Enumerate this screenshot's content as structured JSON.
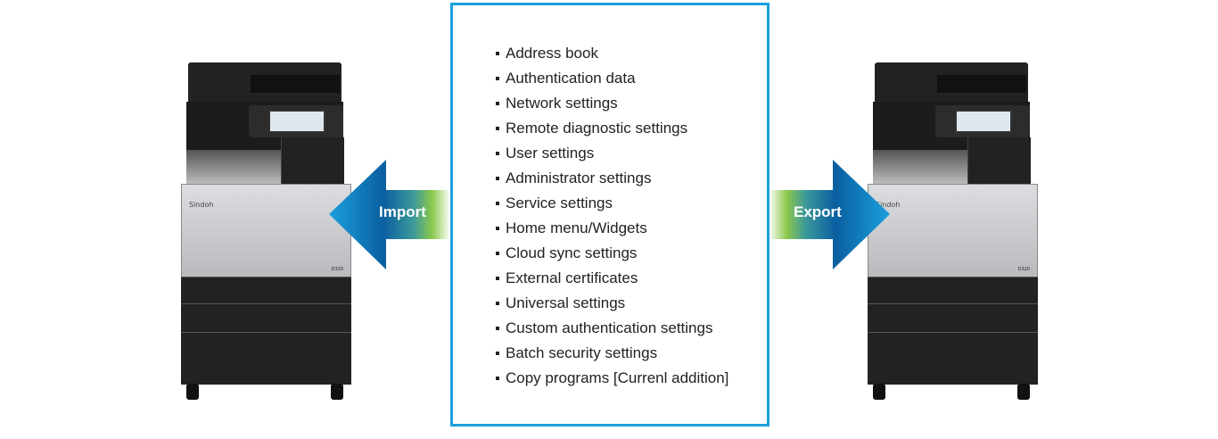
{
  "printers": [
    {
      "brand": "Sindoh",
      "model": "D320"
    },
    {
      "brand": "Sindoh",
      "model": "D320"
    }
  ],
  "arrows": {
    "import": "Import",
    "export": "Export"
  },
  "colors": {
    "frame": "#1ba0dd",
    "arrow_dark": "#0a5fa0",
    "arrow_mid": "#1ba0dd",
    "arrow_fade": "#8cc84b"
  },
  "items": [
    "Address book",
    "Authentication data",
    "Network settings",
    "Remote diagnostic settings",
    "User settings",
    "Administrator settings",
    "Service settings",
    "Home menu/Widgets",
    "Cloud sync settings",
    "External certificates",
    "Universal settings",
    "Custom authentication settings",
    "Batch security settings",
    "Copy programs [Currenl addition]"
  ]
}
